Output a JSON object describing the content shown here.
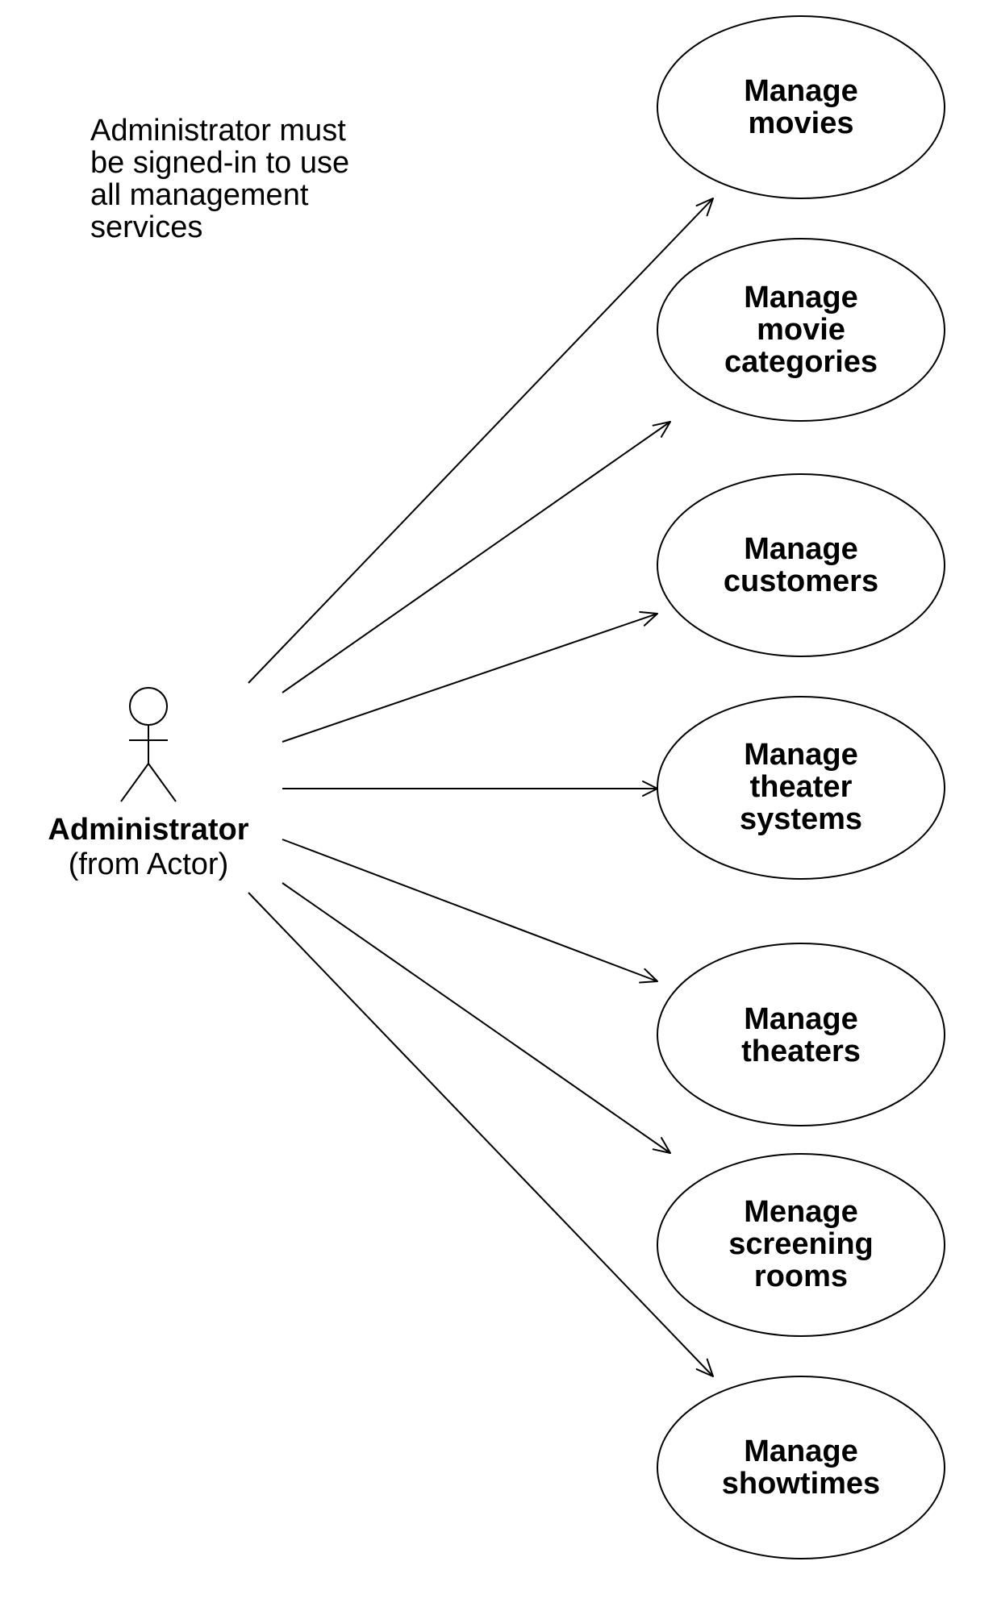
{
  "note": {
    "lines": [
      "Administrator must",
      "be signed-in to use",
      "all management",
      "services"
    ]
  },
  "actor": {
    "name": "Administrator",
    "origin": "(from Actor)"
  },
  "use_cases": [
    {
      "id": "manage-movies",
      "lines": [
        "Manage",
        "movies"
      ]
    },
    {
      "id": "manage-movie-categories",
      "lines": [
        "Manage",
        "movie",
        "categories"
      ]
    },
    {
      "id": "manage-customers",
      "lines": [
        "Manage",
        "customers"
      ]
    },
    {
      "id": "manage-theater-systems",
      "lines": [
        "Manage",
        "theater",
        "systems"
      ]
    },
    {
      "id": "manage-theaters",
      "lines": [
        "Manage",
        "theaters"
      ]
    },
    {
      "id": "menage-screening-rooms",
      "lines": [
        "Menage",
        "screening",
        "rooms"
      ]
    },
    {
      "id": "manage-showtimes",
      "lines": [
        "Manage",
        "showtimes"
      ]
    }
  ],
  "colors": {
    "stroke": "#000000",
    "background": "#ffffff"
  }
}
